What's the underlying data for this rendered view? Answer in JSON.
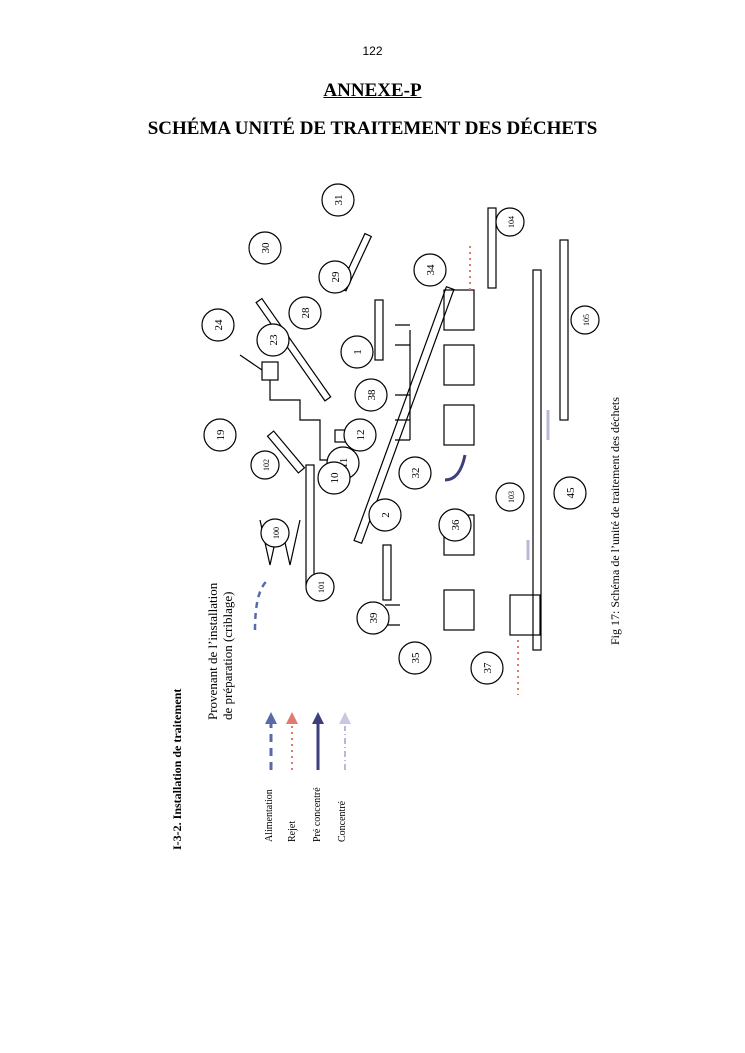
{
  "page_number": "122",
  "annex_title": "ANNEXE-P",
  "main_title": "SCHÉMA UNITÉ DE TRAITEMENT DES DÉCHETS",
  "diagram": {
    "section_heading": "I-3-2. Installation de traitement",
    "source_note_line1": "Provenant de l’installation",
    "source_note_line2": "de préparation  (criblage)",
    "caption": "Fig 17: Schéma de l’unité de traitement des déchets",
    "legend": [
      {
        "label": "Alimentation",
        "color": "#5a6aa8",
        "style": "dashed"
      },
      {
        "label": "Rejet",
        "color": "#e07a70",
        "style": "dotted"
      },
      {
        "label": "Pré concentré",
        "color": "#3c3f7a",
        "style": "solid"
      },
      {
        "label": "Concentré",
        "color": "#b8b8d8",
        "style": "dash-dot"
      }
    ],
    "labels": [
      "31",
      "30",
      "29",
      "28",
      "24",
      "23",
      "1",
      "34",
      "104",
      "105",
      "38",
      "19",
      "12",
      "11",
      "10",
      "32",
      "102",
      "100",
      "2",
      "36",
      "103",
      "45",
      "101",
      "39",
      "35",
      "37"
    ]
  }
}
